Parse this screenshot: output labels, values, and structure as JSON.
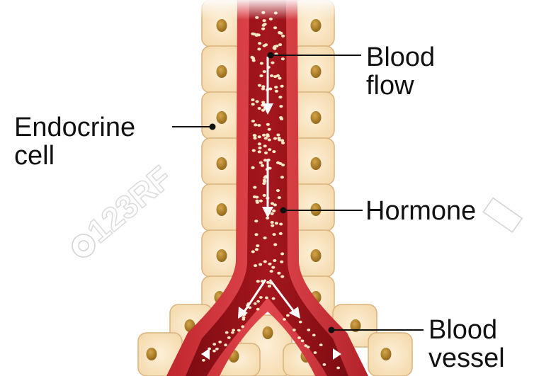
{
  "labels": {
    "blood_flow": [
      "Blood",
      "flow"
    ],
    "endocrine_cell": [
      "Endocrine",
      "cell"
    ],
    "hormone": "Hormone",
    "blood_vessel": [
      "Blood",
      "vessel"
    ]
  },
  "watermark": {
    "text": "123RF",
    "icon": "camera-lens-icon"
  },
  "colors": {
    "cell_fill": "#f9e2bc",
    "cell_stroke": "#d9b37f",
    "nucleus": "#b8862a",
    "vessel_wall": "#c0272d",
    "blood": "#8f1016",
    "hormone_dots": "#f7e8c8",
    "arrows": "#ffffff",
    "leader_lines": "#111111"
  }
}
